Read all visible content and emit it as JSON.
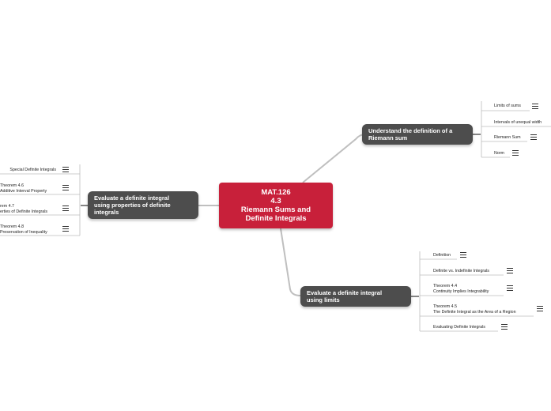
{
  "central": {
    "lines": [
      "MAT.126",
      "4.3",
      "Riemann Sums and",
      "Definite Integrals"
    ]
  },
  "topics": [
    {
      "label_lines": [
        "Understand the definition of a",
        "Riemann sum"
      ],
      "subtopics": [
        {
          "lines": [
            "Limits of sums"
          ],
          "has_note": true
        },
        {
          "lines": [
            "Intervals of unequal width"
          ],
          "has_note": false
        },
        {
          "lines": [
            "Riemann Sum"
          ],
          "has_note": true
        },
        {
          "lines": [
            "Norm"
          ],
          "has_note": true
        }
      ]
    },
    {
      "label_lines": [
        "Evaluate a definite integral",
        "using properties of definite",
        "integrals"
      ],
      "subtopics": [
        {
          "lines": [
            "Special Definite Integrals"
          ],
          "has_note": true
        },
        {
          "lines": [
            "Theorem 4.6",
            "Additive Interval Property"
          ],
          "has_note": true
        },
        {
          "lines": [
            "rem 4.7",
            "erties of Definite Integrals"
          ],
          "has_note": true
        },
        {
          "lines": [
            "Theorem 4.8",
            "Preservation of Inequality"
          ],
          "has_note": true
        }
      ]
    },
    {
      "label_lines": [
        "Evaluate a definite integral",
        "using limits"
      ],
      "subtopics": [
        {
          "lines": [
            "Definition"
          ],
          "has_note": true
        },
        {
          "lines": [
            "Definite vs. Indefinite Integrals"
          ],
          "has_note": true
        },
        {
          "lines": [
            "Theorem 4.4",
            "Continuity Implies Integrability"
          ],
          "has_note": true
        },
        {
          "lines": [
            "Theorem 4.5",
            "The Definite Integral as the Area of a Region"
          ],
          "has_note": true
        },
        {
          "lines": [
            "Evaluating Definite Integrals"
          ],
          "has_note": true
        }
      ]
    }
  ],
  "colors": {
    "central": "#c8203a",
    "topic": "#4d4d4d",
    "line": "#bfbfbf",
    "connector": "#333333"
  }
}
